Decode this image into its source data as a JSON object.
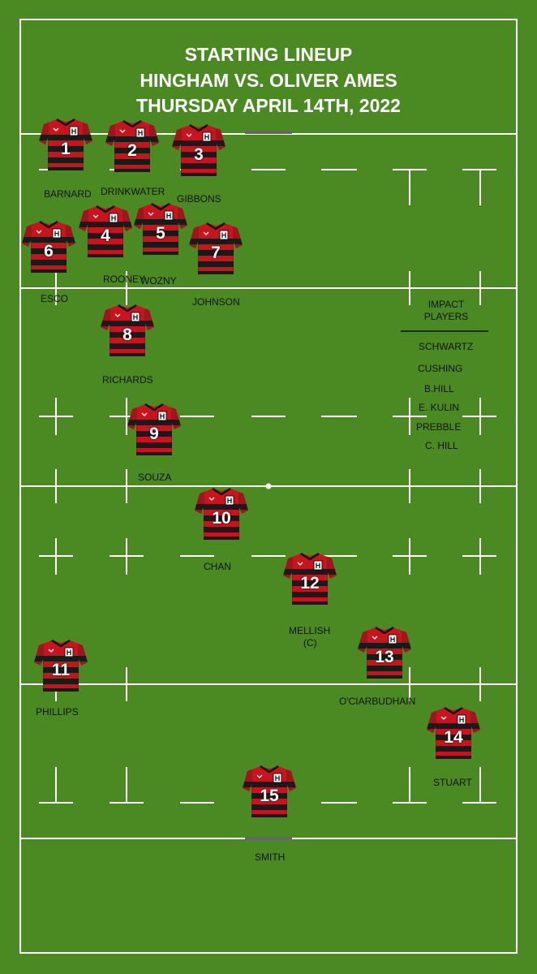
{
  "title": {
    "line1": "STARTING LINEUP",
    "line2": "HINGHAM VS. OLIVER AMES",
    "line3": "THURSDAY APRIL 14TH, 2022"
  },
  "colors": {
    "pitch": "#4b8a23",
    "jersey_red": "#c8141e",
    "jersey_black": "#1a1a1a",
    "lines": "#ffffff"
  },
  "players": [
    {
      "number": "1",
      "name": "BARNARD"
    },
    {
      "number": "2",
      "name": "DRINKWATER"
    },
    {
      "number": "3",
      "name": "GIBBONS"
    },
    {
      "number": "4",
      "name": "ROONEY"
    },
    {
      "number": "5",
      "name": "WOZNY"
    },
    {
      "number": "6",
      "name": "ESCO"
    },
    {
      "number": "7",
      "name": "JOHNSON"
    },
    {
      "number": "8",
      "name": "RICHARDS"
    },
    {
      "number": "9",
      "name": "SOUZA"
    },
    {
      "number": "10",
      "name": "CHAN"
    },
    {
      "number": "11",
      "name": "PHILLIPS"
    },
    {
      "number": "12",
      "name": "MELLISH",
      "tag": "(C)"
    },
    {
      "number": "13",
      "name": "O'CIARBUDHAIN"
    },
    {
      "number": "14",
      "name": "STUART"
    },
    {
      "number": "15",
      "name": "SMITH"
    }
  ],
  "impact": {
    "heading1": "IMPACT",
    "heading2": "PLAYERS",
    "names": [
      "SCHWARTZ",
      "CUSHING",
      "B.HILL",
      "E. KULIN",
      "PREBBLE",
      "C. HILL"
    ]
  }
}
